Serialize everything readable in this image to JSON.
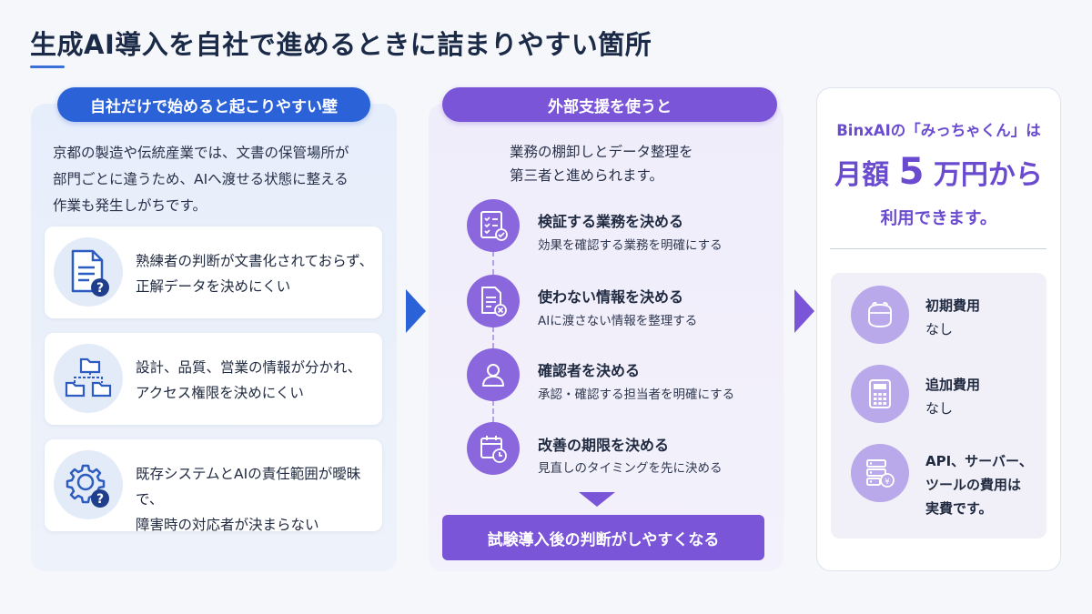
{
  "title": "生成AI導入を自社で進めるときに詰まりやすい箇所",
  "left": {
    "pill": "自社だけで始めると起こりやすい壁",
    "intro": [
      "京都の製造や伝統産業では、文書の保管場所が",
      "部門ごとに違うため、AIへ渡せる状態に整える",
      "作業も発生しがちです。"
    ],
    "cards": [
      {
        "icon": "document-question-icon",
        "lines": [
          "熟練者の判断が文書化されておらず、",
          "正解データを決めにくい"
        ]
      },
      {
        "icon": "folder-network-icon",
        "lines": [
          "設計、品質、営業の情報が分かれ、",
          "アクセス権限を決めにくい"
        ]
      },
      {
        "icon": "gear-question-icon",
        "lines": [
          "既存システムとAIの責任範囲が曖昧で、",
          "障害時の対応者が決まらない"
        ]
      }
    ]
  },
  "middle": {
    "pill": "外部支援を使うと",
    "intro": [
      "業務の棚卸しとデータ整理を",
      "第三者と進められます。"
    ],
    "steps": [
      {
        "icon": "checklist-icon",
        "title": "検証する業務を決める",
        "desc": "効果を確認する業務を明確にする"
      },
      {
        "icon": "document-cross-icon",
        "title": "使わない情報を決める",
        "desc": "AIに渡さない情報を整理する"
      },
      {
        "icon": "person-icon",
        "title": "確認者を決める",
        "desc": "承認・確認する担当者を明確にする"
      },
      {
        "icon": "calendar-clock-icon",
        "title": "改善の期限を決める",
        "desc": "見直しのタイミングを先に決める"
      }
    ],
    "result": "試験導入後の判断がしやすくなる"
  },
  "right": {
    "line1": "BinxAIの「みっちゃくん」は",
    "line2_pre": "月額",
    "line2_num": "5",
    "line2_post": "万円から",
    "line3": "利用できます。",
    "costs": [
      {
        "icon": "wallet-icon",
        "label": "初期費用",
        "value": "なし"
      },
      {
        "icon": "calculator-icon",
        "label": "追加費用",
        "value": "なし"
      },
      {
        "icon": "server-coin-icon",
        "label": "API、サーバー、",
        "value2": "ツールの費用は",
        "value": "実費です。"
      }
    ]
  },
  "colors": {
    "blue": "#2b62d8",
    "purple": "#7a55d8",
    "light_purple": "#b9a8ea"
  }
}
